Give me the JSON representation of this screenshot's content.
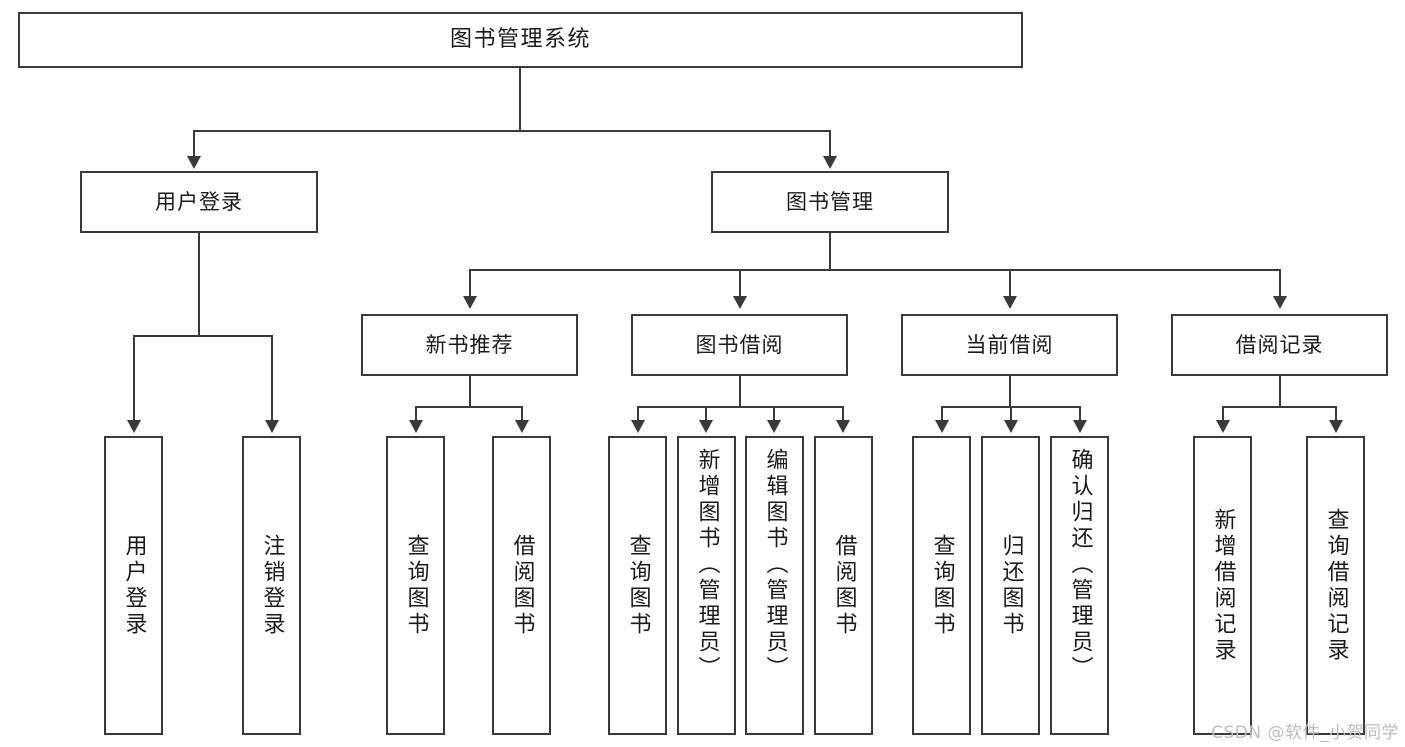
{
  "diagram": {
    "type": "tree",
    "title": "图书管理系统",
    "root": {
      "label": "图书管理系统"
    },
    "level2": [
      {
        "label": "用户登录"
      },
      {
        "label": "图书管理"
      }
    ],
    "level3": [
      {
        "label": "新书推荐"
      },
      {
        "label": "图书借阅"
      },
      {
        "label": "当前借阅"
      },
      {
        "label": "借阅记录"
      }
    ],
    "leaves": {
      "user_login": [
        {
          "label": "用户登录"
        },
        {
          "label": "注销登录"
        }
      ],
      "new_book_recommend": [
        {
          "label": "查询图书"
        },
        {
          "label": "借阅图书"
        }
      ],
      "book_borrow": [
        {
          "label": "查询图书"
        },
        {
          "label": "新增图书（管理员）"
        },
        {
          "label": "编辑图书（管理员）"
        },
        {
          "label": "借阅图书"
        }
      ],
      "current_borrow": [
        {
          "label": "查询图书"
        },
        {
          "label": "归还图书"
        },
        {
          "label": "确认归还（管理员）"
        }
      ],
      "borrow_record": [
        {
          "label": "新增借阅记录"
        },
        {
          "label": "查询借阅记录"
        }
      ]
    }
  },
  "watermark": {
    "text": "CSDN @软件_小贺同学"
  },
  "colors": {
    "box_border": "#3a3a3a",
    "box_fill": "#ffffff",
    "text": "#1b1b1b",
    "connector": "#3a3a3a",
    "watermark": "#bdbdbd",
    "background": "#ffffff"
  }
}
